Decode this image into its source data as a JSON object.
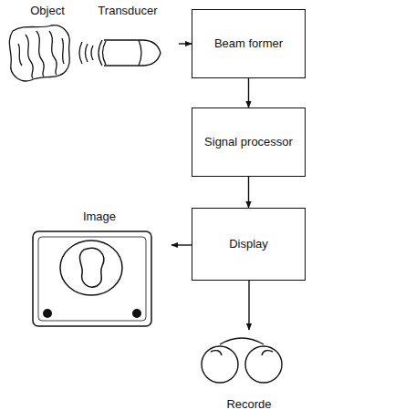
{
  "diagram": {
    "nodes": [
      {
        "text": [
          "Object"
        ]
      },
      {
        "text": [
          "Transducer"
        ]
      },
      {
        "text": [
          "Beam former"
        ]
      },
      {
        "text": [
          "Signal processor"
        ]
      },
      {
        "text": [
          "Image"
        ]
      },
      {
        "text": [
          "Display"
        ]
      },
      {
        "text": [
          "Recorde"
        ]
      }
    ],
    "edges": [
      {
        "from": 1,
        "to": 2,
        "arrow": "to"
      },
      {
        "from": 2,
        "to": 3,
        "arrow": "to"
      },
      {
        "from": 3,
        "to": 5,
        "arrow": "to"
      },
      {
        "from": 5,
        "to": 4,
        "arrow": "to"
      },
      {
        "from": 5,
        "to": 6,
        "arrow": "to"
      }
    ]
  }
}
